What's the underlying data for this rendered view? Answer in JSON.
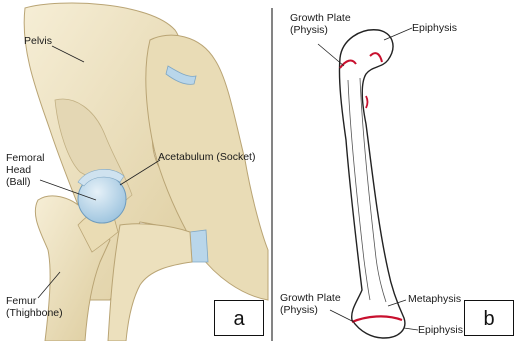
{
  "panel_a": {
    "labels": {
      "pelvis": "Pelvis",
      "acetabulum": "Acetabulum (Socket)",
      "femoral_head": "Femoral\nHead\n(Ball)",
      "femur": "Femur\n(Thighbone)"
    },
    "badge": "a"
  },
  "panel_b": {
    "labels": {
      "growth_plate_top": "Growth Plate\n(Physis)",
      "epiphysis_top": "Epiphysis",
      "growth_plate_bottom": "Growth Plate\n(Physis)",
      "metaphysis": "Metaphysis",
      "epiphysis_bottom": "Epiphysis"
    },
    "badge": "b"
  },
  "colors": {
    "bone": "#efe4c4",
    "bone_shade": "#dccb9c",
    "cartilage": "#b9d6ea",
    "growth_plate": "#c8102e",
    "outline": "#222222"
  }
}
